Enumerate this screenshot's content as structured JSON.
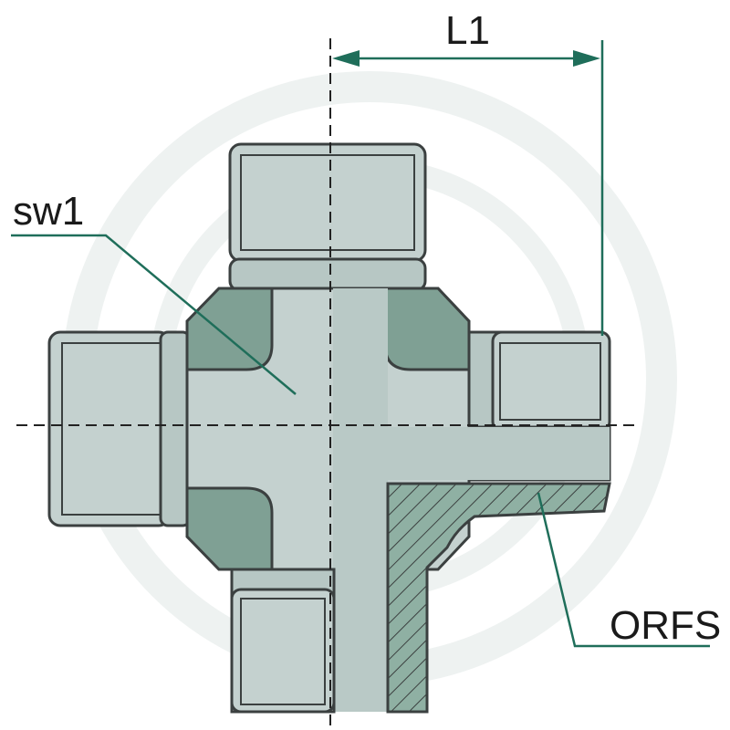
{
  "labels": {
    "dimension": "L1",
    "wrench_size": "sw1",
    "thread_type": "ORFS"
  },
  "colors": {
    "body_fill": "#c4d1cf",
    "body_shade": "#a9bcb9",
    "recess_fill": "#7fa094",
    "outline": "#3b4040",
    "leader_line": "#1f6e5a",
    "hatch_background": "#8fb0a3",
    "watermark": "#eef2f1"
  }
}
